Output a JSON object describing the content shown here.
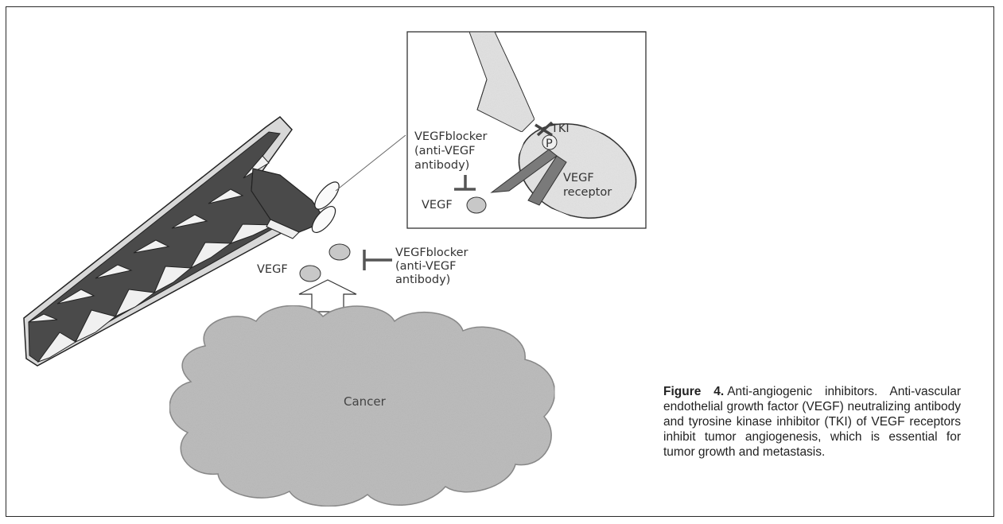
{
  "labels": {
    "vegfblocker_1": "VEGFblocker",
    "vegfblocker_2": "(anti-VEGF",
    "vegfblocker_3": "antibody)",
    "vegf": "VEGF",
    "tki": "TKI",
    "phospho": "P",
    "receptor_1": "VEGF",
    "receptor_2": "receptor",
    "cancer": "Cancer"
  },
  "caption": {
    "figure_label": "Figure 4.",
    "text": "Anti-angiogenic inhibitors. Anti-vascular endothelial growth factor (VEGF) neutralizing antibody and tyrosine kinase inhibitor (TKI) of VEGF receptors inhibit tumor angiogenesis, which is essential for tumor growth and metastasis."
  },
  "colors": {
    "vessel_dark": "#4a4a4a",
    "vessel_light": "#dcdcdc",
    "cell_fill": "#d6d6d6",
    "cancer_fill": "#bcbcbc",
    "inset_fill": "#e6e6e6",
    "line": "#333333"
  }
}
